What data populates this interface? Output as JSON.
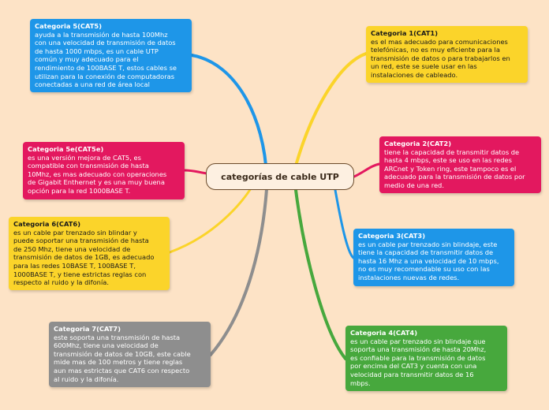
{
  "diagram": {
    "central_topic": "categorías de cable UTP",
    "colors": {
      "background": "#fde3c6",
      "blue": "#1e96e8",
      "pink": "#e3185f",
      "yellow": "#fbd42a",
      "gray": "#8e8e8e",
      "green": "#47a83d"
    },
    "nodes": {
      "cat5": {
        "title": "Categoria 5(CAT5)",
        "text": "ayuda a la transmisión de hasta 100Mhz\ncon una velocidad de transmisión de datos\nde hasta 1000 mbps, es un cable UTP\ncomún y muy adecuado para el\nrendimiento de 100BASE T, estos cables se\nutilizan para la conexión de computadoras\nconectadas a una red de área local",
        "color": "blue"
      },
      "cat5e": {
        "title": "Categoria 5e(CAT5e)",
        "text": "es una versión mejora de CAT5, es\ncompatible con transmisión de hasta\n10Mhz, es mas adecuado con operaciones\nde Gigabit Enthernet y es una muy buena\nopción para la red 1000BASE T.",
        "color": "pink"
      },
      "cat6": {
        "title": "Categoria 6(CAT6)",
        "text": " es un cable par trenzado sin blindar y\npuede soportar una transmisión de hasta\nde 250 Mhz, tiene una velocidad de\ntransmisión de datos de 1GB, es adecuado\npara las redes 10BASE T, 100BASE T,\n1000BASE T, y tiene estrictas reglas con\nrespecto al ruido y la difonía.",
        "color": "yellow"
      },
      "cat7": {
        "title": "Categoria 7(CAT7)",
        "text": "este soporta una transmisión de hasta\n600Mhz, tiene una velocidad de\ntransmisión de datos de 10GB, este cable\nmide mas de 100 metros y tiene reglas\naun mas estrictas que CAT6 con respecto\nal ruido y la difonía.",
        "color": "gray"
      },
      "cat1": {
        "title": "Categoria 1(CAT1)",
        "text": "es el mas adecuado para comunicaciones\ntelefónicas, no es muy eficiente para la\ntransmisión de datos o para trabajarlos en\nun red, este se suele usar en las\ninstalaciones de cableado.",
        "color": "yellow"
      },
      "cat2": {
        "title": "Categoria 2(CAT2)",
        "text": "tiene la capacidad de transmitir datos de\nhasta 4 mbps, este se uso en las redes\nARCnet y Token ring, este tampoco es el\nadecuado para la transmisión de datos por\nmedio de una red.",
        "color": "pink"
      },
      "cat3": {
        "title": "Categoria 3(CAT3)",
        "text": "es un cable par trenzado sin blindaje, este\ntiene la capacidad de transmitir datos de\nhasta 16 Mhz a una velocidad de 10 mbps,\nno es muy recomendable su uso con las\ninstalaciones nuevas de redes.",
        "color": "blue"
      },
      "cat4": {
        "title": "Categoria 4(CAT4)",
        "text": "es un cable par trenzado sin blindaje que\nsoporta una transmisión de hasta 20Mhz,\nes confiable para la transmisión de datos\npor encima del CAT3 y cuenta con una\nvelocidad para transmitir datos de 16\nmbps.",
        "color": "green"
      }
    }
  }
}
